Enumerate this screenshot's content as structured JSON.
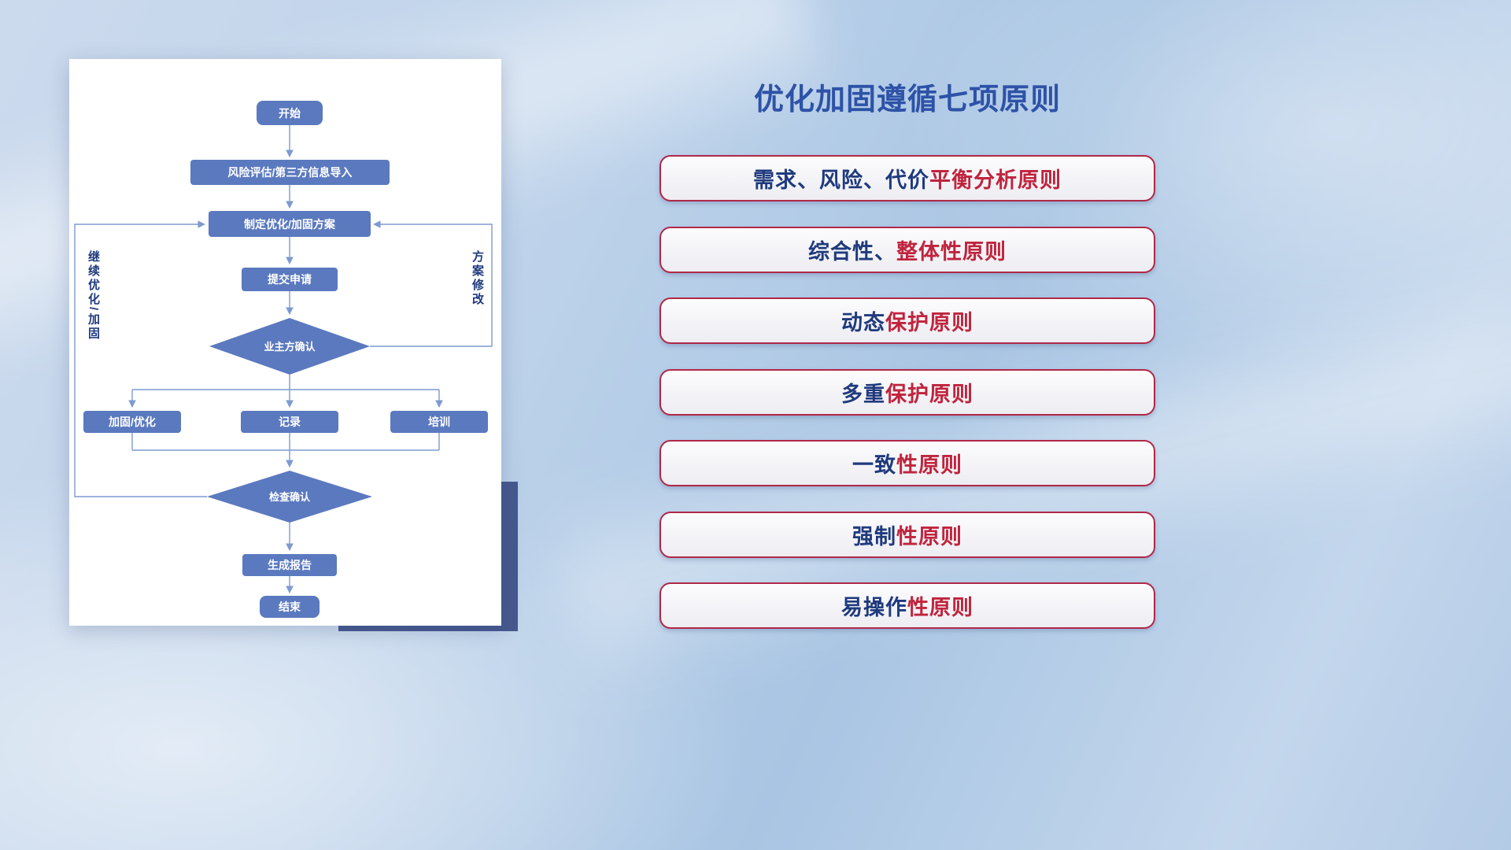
{
  "colors": {
    "navy": "#1f3a7d",
    "red": "#c0243d",
    "title_blue": "#2d52a7",
    "node_fill": "#5b79bf",
    "node_text": "#ffffff",
    "line": "#7e9ad0",
    "pill_border": "#b02848",
    "card_shadow_block": "#46598f"
  },
  "flowchart": {
    "nodes": {
      "start": "开始",
      "risk": "风险评估/第三方信息导入",
      "plan": "制定优化/加固方案",
      "submit": "提交申请",
      "owner_confirm": "业主方确认",
      "reinforce": "加固/优化",
      "record": "记录",
      "training": "培训",
      "check_confirm": "检查确认",
      "report": "生成报告",
      "end": "结束"
    },
    "labels": {
      "left_loop": "继续优化/加固",
      "right_loop": "方案修改"
    }
  },
  "principles": {
    "title": "优化加固遵循七项原则",
    "items": [
      {
        "prefix": "需求、风险、代价",
        "suffix": "平衡分析原则"
      },
      {
        "prefix": "综合性、",
        "suffix": "整体性原则"
      },
      {
        "prefix": "动态",
        "suffix": "保护原则"
      },
      {
        "prefix": "多重",
        "suffix": "保护原则"
      },
      {
        "prefix": "一致",
        "suffix": "性原则"
      },
      {
        "prefix": "强制",
        "suffix": "性原则"
      },
      {
        "prefix": "易操作",
        "suffix": "性原则"
      }
    ]
  }
}
